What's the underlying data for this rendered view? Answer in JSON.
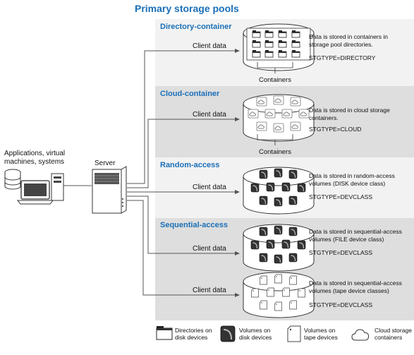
{
  "title": "Primary storage pools",
  "left_label": "Applications, virtual machines, systems",
  "server_label": "Server",
  "client_data_label": "Client data",
  "containers_label": "Containers",
  "pools": [
    {
      "header": "Directory-container",
      "desc": "Data is stored in containers in storage pool directories.",
      "stgtype": "STGTYPE=DIRECTORY"
    },
    {
      "header": "Cloud-container",
      "desc": "Data is stored in cloud storage containers.",
      "stgtype": "STGTYPE=CLOUD"
    },
    {
      "header": "Random-access",
      "desc": "Data is stored in random-access volumes (DISK device class)",
      "stgtype": "STGTYPE=DEVCLASS"
    },
    {
      "header": "Sequential-access",
      "desc": "Data is stored in sequential-access volumes (FILE device class)",
      "stgtype": "STGTYPE=DEVCLASS"
    },
    {
      "header": "",
      "desc": "Data is stored in sequential-access volumes (tape device classes)",
      "stgtype": "STGTYPE=DEVCLASS"
    }
  ],
  "legend": [
    {
      "label": "Directories on disk devices",
      "icon": "folder-icon"
    },
    {
      "label": "Volumes on disk devices",
      "icon": "disk-volume-icon"
    },
    {
      "label": "Volumes on tape devices",
      "icon": "tape-volume-icon"
    },
    {
      "label": "Cloud storage containers",
      "icon": "cloud-icon"
    }
  ],
  "colors": {
    "accent": "#1a6fb8",
    "panel_light": "#f2f2f2",
    "panel_dark": "#dedede"
  }
}
